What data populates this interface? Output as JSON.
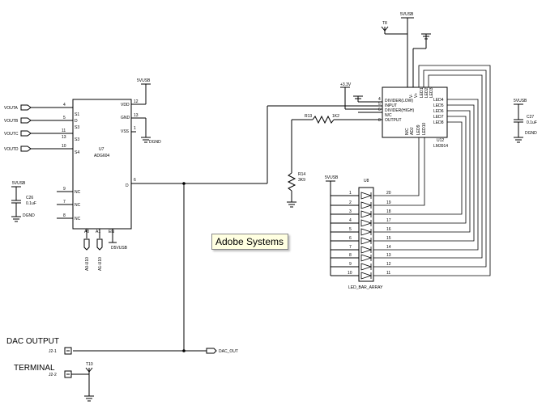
{
  "tooltip": {
    "text": "Adobe Systems"
  },
  "labels": {
    "dac_output": "DAC OUTPUT",
    "terminal": "TERMINAL",
    "dac_out_port": "DAC_OUT",
    "j2_1": "J2-1",
    "j2_2": "J2-2",
    "t8": "T8",
    "t10": "T10",
    "p3v3": "+3.3V",
    "r13": "R13",
    "r13_val": "1K2",
    "r14": "R14",
    "r14_val": "3K9"
  },
  "nets": {
    "v5usb": "5VUSB",
    "dgnd": "DGND",
    "d5vusb": "D5VUSB"
  },
  "caps": {
    "c26": {
      "ref": "C26",
      "value": "0.1uF",
      "supply": "5VUSB",
      "ground": "DGND"
    },
    "c27": {
      "ref": "C27",
      "value": "0.1uF",
      "supply": "5VUSB",
      "ground": "DGND"
    }
  },
  "u7": {
    "ref": "U7",
    "part": "ADG604",
    "inputs": [
      "VOUTA",
      "VOUTB",
      "VOUTC",
      "VOUTD"
    ],
    "pins_left": [
      {
        "num": "4",
        "name": "S1"
      },
      {
        "num": "5",
        "name": "D"
      },
      {
        "num": "11",
        "name": "S3"
      },
      {
        "num": "13",
        "name": "S3"
      },
      {
        "num": "10",
        "name": "S4"
      },
      {
        "num": "9",
        "name": "NC"
      },
      {
        "num": "7",
        "name": "NC"
      },
      {
        "num": "8",
        "name": "NC"
      }
    ],
    "pins_right": [
      {
        "num": "12",
        "name": "VDD"
      },
      {
        "num": "13",
        "name": "GND"
      },
      {
        "num": "1",
        "name": "VSS"
      },
      {
        "num": "6",
        "name": "D"
      }
    ],
    "pins_bottom": [
      {
        "num": "A0",
        "name": "A0"
      },
      {
        "num": "A1",
        "name": "A1"
      },
      {
        "num": "EN",
        "name": "EN"
      }
    ],
    "bottom_nets": [
      "A0-U10",
      "A1-U10"
    ]
  },
  "u12": {
    "ref": "U12",
    "part": "LM3914",
    "left_pins": [
      {
        "num": "4",
        "name": "DIVIDER(LOW)"
      },
      {
        "num": "5",
        "name": "INPUT"
      },
      {
        "num": "6",
        "name": "DIVIDER(HIGH)"
      },
      {
        "num": "",
        "name": "N/C"
      },
      {
        "num": "8",
        "name": "OUTPUT"
      }
    ],
    "right_pins": [
      "LED4",
      "LED5",
      "LED6",
      "LED7",
      "LED8"
    ],
    "top_pins": [
      "V-",
      "V+",
      "LED1",
      "LED2",
      "LED3"
    ],
    "bottom_pins": [
      "N/C",
      "ADJ",
      "LED9",
      "LED10"
    ]
  },
  "u8": {
    "ref": "U8",
    "part": "LED_BAR_ARRAY",
    "supply": "5VUSB",
    "left_pins": [
      "1",
      "2",
      "3",
      "4",
      "5",
      "6",
      "7",
      "8",
      "9",
      "10"
    ],
    "right_pins": [
      "20",
      "19",
      "18",
      "17",
      "16",
      "15",
      "14",
      "13",
      "12",
      "11"
    ]
  }
}
